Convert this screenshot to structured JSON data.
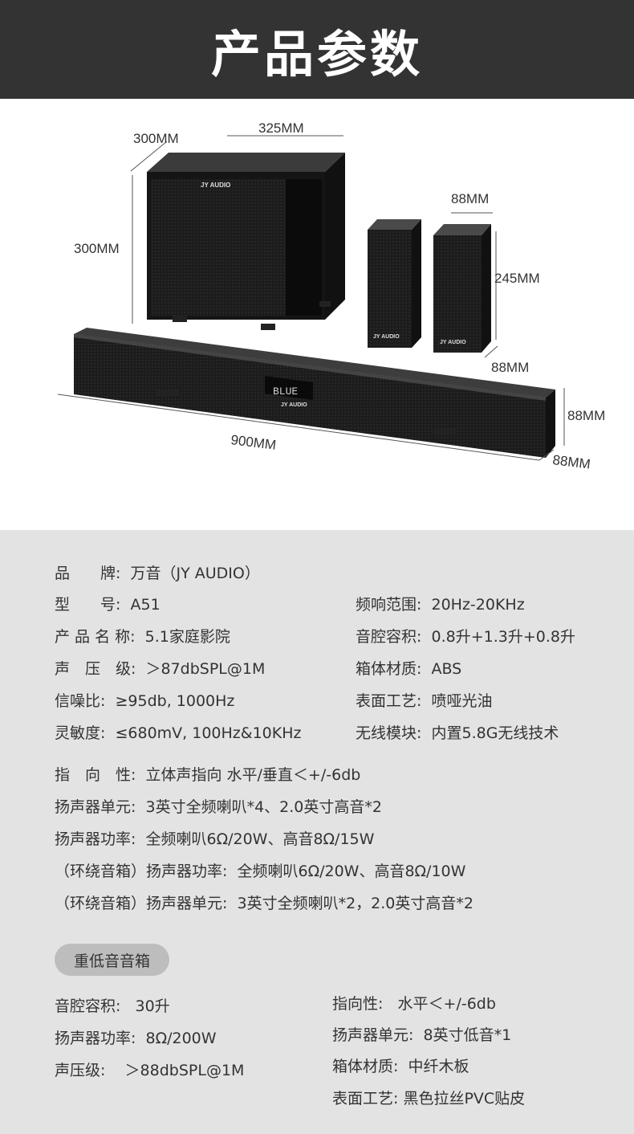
{
  "header": {
    "title": "产品参数"
  },
  "dimensions": {
    "sub_depth": "300MM",
    "sub_width": "325MM",
    "sub_height": "300MM",
    "sat_width": "88MM",
    "sat_height": "245MM",
    "sat_depth": "88MM",
    "bar_length": "900MM",
    "bar_height": "88MM",
    "bar_depth": "88MM"
  },
  "product_labels": {
    "brand_logo": "JY AUDIO",
    "display_text": "BLUE"
  },
  "specs_left": [
    "品　　牌:  万音（JY AUDIO）",
    "型　　号:  A51",
    "产 品 名 称:  5.1家庭影院",
    "声　压　级:  ＞87dbSPL@1M",
    "信噪比:  ≥95db, 1000Hz",
    "灵敏度:  ≤680mV, 100Hz&10KHz"
  ],
  "specs_right": [
    "频响范围:  20Hz-20KHz",
    "音腔容积:  0.8升+1.3升+0.8升",
    "箱体材质:  ABS",
    "表面工艺:  喷哑光油",
    "无线模块:  内置5.8G无线技术"
  ],
  "specs_full": [
    "指　向　性:  立体声指向 水平/垂直＜+/-6db",
    "扬声器单元:  3英寸全频喇叭*4、2.0英寸高音*2",
    "扬声器功率:  全频喇叭6Ω/20W、高音8Ω/15W",
    "（环绕音箱）扬声器功率:  全频喇叭6Ω/20W、高音8Ω/10W",
    "（环绕音箱）扬声器单元:  3英寸全频喇叭*2，2.0英寸高音*2"
  ],
  "subwoofer": {
    "badge": "重低音音箱",
    "left": [
      "音腔容积:   30升",
      "扬声器功率:  8Ω/200W",
      "声压级:    ＞88dbSPL@1M"
    ],
    "right": [
      "指向性:   水平＜+/-6db",
      "扬声器单元:  8英寸低音*1",
      "箱体材质:  中纤木板",
      "表面工艺: 黑色拉丝PVC贴皮"
    ]
  }
}
